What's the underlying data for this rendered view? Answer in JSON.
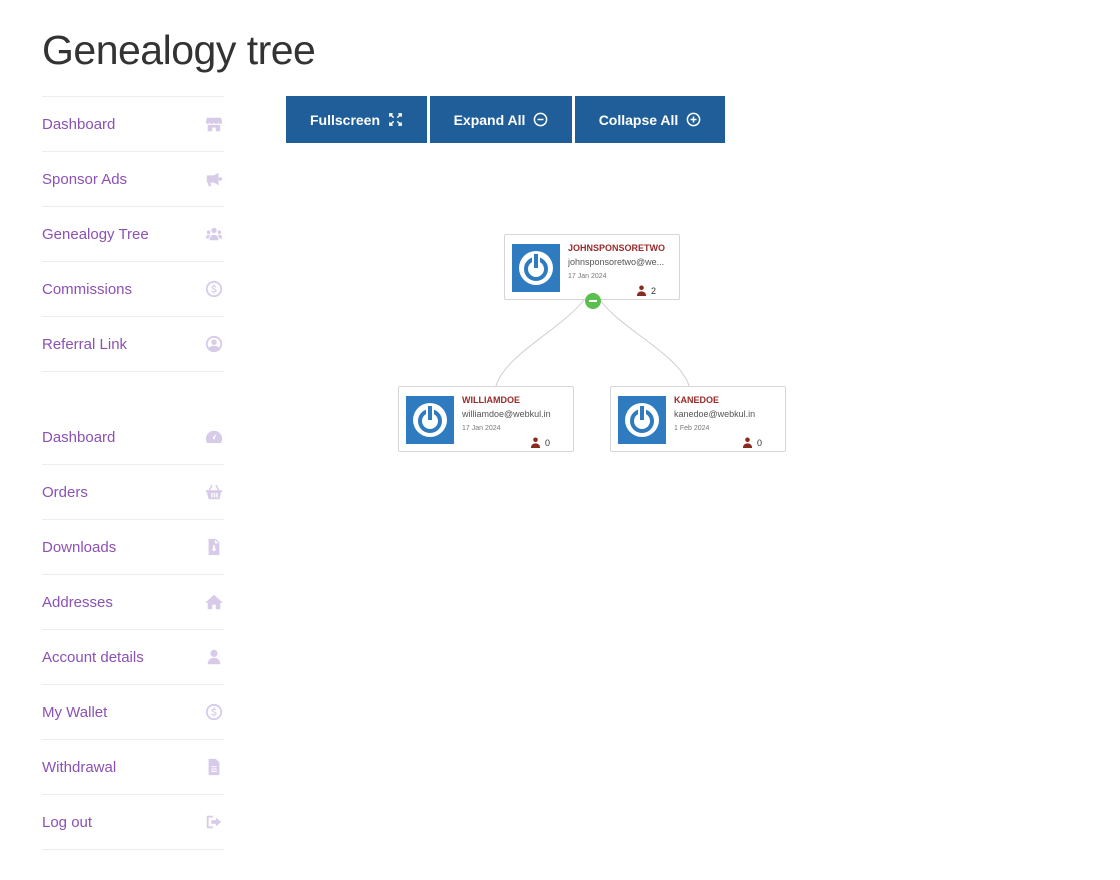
{
  "page": {
    "title": "Genealogy tree"
  },
  "sidebar": {
    "group1": [
      {
        "label": "Dashboard",
        "icon": "store-icon"
      },
      {
        "label": "Sponsor Ads",
        "icon": "megaphone-icon"
      },
      {
        "label": "Genealogy Tree",
        "icon": "users-icon"
      },
      {
        "label": "Commissions",
        "icon": "dollar-circle-icon"
      },
      {
        "label": "Referral Link",
        "icon": "user-circle-icon"
      }
    ],
    "group2": [
      {
        "label": "Dashboard",
        "icon": "tachometer-icon"
      },
      {
        "label": "Orders",
        "icon": "basket-icon"
      },
      {
        "label": "Downloads",
        "icon": "file-download-icon"
      },
      {
        "label": "Addresses",
        "icon": "home-icon"
      },
      {
        "label": "Account details",
        "icon": "user-icon"
      },
      {
        "label": "My Wallet",
        "icon": "dollar-circle-icon"
      },
      {
        "label": "Withdrawal",
        "icon": "document-icon"
      },
      {
        "label": "Log out",
        "icon": "sign-out-icon"
      }
    ]
  },
  "toolbar": {
    "fullscreen_label": "Fullscreen",
    "expand_label": "Expand All",
    "collapse_label": "Collapse All",
    "color": "#1f5e99"
  },
  "tree": {
    "root": {
      "name": "JOHNSPONSORETWO",
      "email": "johnsponsoretwo@we...",
      "date": "17 Jan 2024",
      "count": "2"
    },
    "children": [
      {
        "name": "WILLIAMDOE",
        "email": "williamdoe@webkul.in",
        "date": "17 Jan 2024",
        "count": "0"
      },
      {
        "name": "KANEDOE",
        "email": "kanedoe@webkul.in",
        "date": "1 Feb 2024",
        "count": "0"
      }
    ]
  },
  "colors": {
    "link": "#8b51b5",
    "avatar": "#2f7bbf",
    "node_name": "#9a2a2a",
    "toggle": "#5bbf4f"
  }
}
